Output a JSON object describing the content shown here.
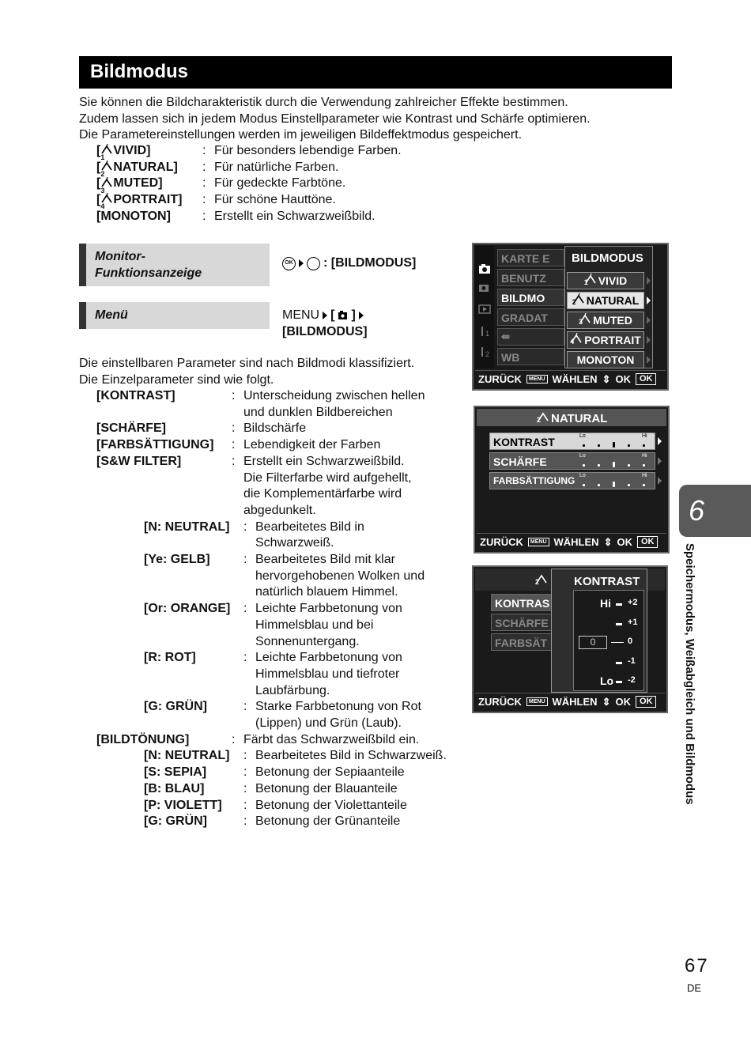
{
  "title": "Bildmodus",
  "intro": [
    "Sie können die Bildcharakteristik durch die Verwendung zahlreicher Effekte bestimmen.",
    "Zudem lassen sich in jedem Modus Einstellparameter wie Kontrast und Schärfe optimieren.",
    "Die Parametereinstellungen werden im jeweiligen Bildeffektmodus gespeichert."
  ],
  "modes": [
    {
      "num": "1",
      "label": "VIVID]",
      "desc": "Für besonders lebendige Farben."
    },
    {
      "num": "2",
      "label": "NATURAL]",
      "desc": "Für natürliche Farben."
    },
    {
      "num": "3",
      "label": "MUTED]",
      "desc": "Für gedeckte Farbtöne."
    },
    {
      "num": "4",
      "label": "PORTRAIT]",
      "desc": "Für schöne Hauttöne."
    },
    {
      "num": "",
      "label": "[MONOTON]",
      "desc": "Erstellt ein Schwarzweißbild."
    }
  ],
  "monitor_label": [
    "Monitor-",
    "Funktionsanzeige"
  ],
  "monitor_path": ": [BILDMODUS]",
  "menu_label": "Menü",
  "menu_path": {
    "prefix": "MENU",
    "mid": "[",
    "end": "]",
    "line2": "[BILDMODUS]"
  },
  "params_intro": [
    "Die einstellbaren Parameter sind nach Bildmodi klassifiziert.",
    "Die Einzelparameter sind wie folgt."
  ],
  "params": [
    {
      "key": "[KONTRAST]",
      "desc": [
        "Unterscheidung zwischen hellen",
        "und dunklen Bildbereichen"
      ],
      "level": 0
    },
    {
      "key": "[SCHÄRFE]",
      "desc": [
        "Bildschärfe"
      ],
      "level": 0
    },
    {
      "key": "[FARBSÄTTIGUNG]",
      "desc": [
        "Lebendigkeit der Farben"
      ],
      "level": 0
    },
    {
      "key": "[S&W FILTER]",
      "desc": [
        "Erstellt ein Schwarzweißbild.",
        "Die Filterfarbe wird aufgehellt,",
        "die Komplementärfarbe wird",
        "abgedunkelt."
      ],
      "level": 0
    },
    {
      "key": "[N: NEUTRAL]",
      "desc": [
        "Bearbeitetes Bild in",
        "Schwarzweiß."
      ],
      "level": 1
    },
    {
      "key": "[Ye: GELB]",
      "desc": [
        "Bearbeitetes Bild mit klar",
        "hervorgehobenen Wolken und",
        "natürlich blauem Himmel."
      ],
      "level": 1
    },
    {
      "key": "[Or: ORANGE]",
      "desc": [
        "Leichte Farbbetonung von",
        "Himmelsblau und bei",
        "Sonnenuntergang."
      ],
      "level": 1
    },
    {
      "key": "[R: ROT]",
      "desc": [
        "Leichte Farbbetonung von",
        "Himmelsblau und tiefroter",
        "Laubfärbung."
      ],
      "level": 1
    },
    {
      "key": "[G: GRÜN]",
      "desc": [
        "Starke Farbbetonung von Rot",
        "(Lippen) und Grün (Laub)."
      ],
      "level": 1
    },
    {
      "key": "[BILDTÖNUNG]",
      "desc": [
        "Färbt das Schwarzweißbild ein."
      ],
      "level": 0
    },
    {
      "key": "[N: NEUTRAL]",
      "desc": [
        "Bearbeitetes Bild in Schwarzweiß."
      ],
      "level": 1
    },
    {
      "key": "[S: SEPIA]",
      "desc": [
        "Betonung der Sepiaanteile"
      ],
      "level": 1
    },
    {
      "key": "[B: BLAU]",
      "desc": [
        "Betonung der Blauanteile"
      ],
      "level": 1
    },
    {
      "key": "[P: VIOLETT]",
      "desc": [
        "Betonung der Violettanteile"
      ],
      "level": 1
    },
    {
      "key": "[G: GRÜN]",
      "desc": [
        "Betonung der Grünanteile"
      ],
      "level": 1
    }
  ],
  "screen1": {
    "left_menu": [
      "KARTE E",
      "BENUTZ",
      "BILDMO",
      "GRADAT",
      "",
      "WB"
    ],
    "popup_title": "BILDMODUS",
    "options": [
      {
        "num": "1",
        "label": "VIVID"
      },
      {
        "num": "2",
        "label": "NATURAL"
      },
      {
        "num": "3",
        "label": "MUTED"
      },
      {
        "num": "4",
        "label": "PORTRAIT"
      },
      {
        "num": "",
        "label": "MONOTON"
      }
    ],
    "bottom": {
      "back": "ZURÜCK",
      "menu": "MENU",
      "select": "WÄHLEN",
      "ok": "OK",
      "okbox": "OK"
    }
  },
  "screen2": {
    "title_num": "2",
    "title": "NATURAL",
    "rows": [
      {
        "label": "KONTRAST",
        "lo": "Lo",
        "hi": "Hi"
      },
      {
        "label": "SCHÄRFE",
        "lo": "Lo",
        "hi": "Hi"
      },
      {
        "label": "FARBSÄTTIGUNG",
        "lo": "Lo",
        "hi": "Hi"
      }
    ],
    "bottom": {
      "back": "ZURÜCK",
      "menu": "MENU",
      "select": "WÄHLEN",
      "ok": "OK",
      "okbox": "OK"
    }
  },
  "screen3": {
    "title_num": "2",
    "left_rows": [
      "KONTRAS",
      "SCHÄRFE",
      "FARBSÄT"
    ],
    "popup_title": "KONTRAST",
    "scale": [
      {
        "label": "Hi",
        "value": "+2"
      },
      {
        "label": "",
        "value": "+1"
      },
      {
        "label": "",
        "value": "0"
      },
      {
        "label": "",
        "value": "-1"
      },
      {
        "label": "Lo",
        "value": "-2"
      }
    ],
    "current": "0",
    "bottom": {
      "back": "ZURÜCK",
      "menu": "MENU",
      "select": "WÄHLEN",
      "ok": "OK",
      "okbox": "OK"
    }
  },
  "chapter": "6",
  "side_text": "Speichermodus, Weißabgleich und Bildmodus",
  "page_number": "67",
  "page_lang": "DE"
}
